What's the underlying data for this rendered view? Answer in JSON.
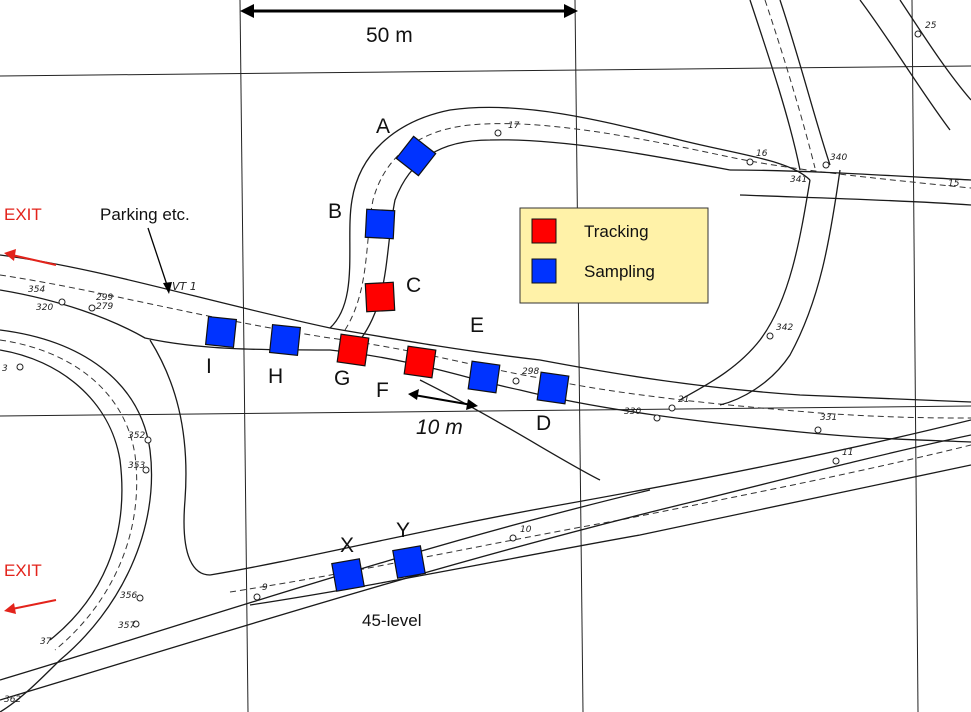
{
  "scale_bar": {
    "label": "50 m"
  },
  "distance_marker": {
    "label": "10 m"
  },
  "annotations": {
    "parking": "Parking etc.",
    "level": "45-level",
    "map_code": "VT 1"
  },
  "exits": [
    {
      "label": "EXIT",
      "color": "#e3231b"
    },
    {
      "label": "EXIT",
      "color": "#e3231b"
    }
  ],
  "legend": {
    "background": "#fff2a8",
    "items": [
      {
        "label": "Tracking",
        "color": "#ff0000"
      },
      {
        "label": "Sampling",
        "color": "#0033ff"
      }
    ]
  },
  "points": [
    {
      "label": "A",
      "type": "Sampling"
    },
    {
      "label": "B",
      "type": "Sampling"
    },
    {
      "label": "C",
      "type": "Tracking"
    },
    {
      "label": "D",
      "type": "Sampling"
    },
    {
      "label": "E",
      "type": "Sampling"
    },
    {
      "label": "F",
      "type": "Tracking"
    },
    {
      "label": "G",
      "type": "Tracking"
    },
    {
      "label": "H",
      "type": "Sampling"
    },
    {
      "label": "I",
      "type": "Sampling"
    },
    {
      "label": "X",
      "type": "Sampling"
    },
    {
      "label": "Y",
      "type": "Sampling"
    }
  ],
  "survey_stations": [
    "17",
    "16",
    "340",
    "341",
    "15",
    "354",
    "320",
    "299",
    "279",
    "342",
    "298",
    "21",
    "330",
    "331",
    "11",
    "10",
    "9",
    "352",
    "353",
    "356",
    "357",
    "37",
    "362",
    "25",
    "3"
  ]
}
